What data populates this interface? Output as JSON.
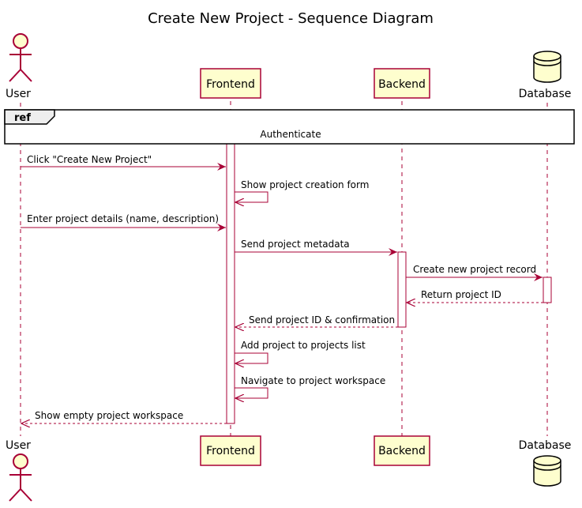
{
  "title": "Create New Project - Sequence Diagram",
  "participants": {
    "user": "User",
    "frontend": "Frontend",
    "backend": "Backend",
    "database": "Database"
  },
  "ref": {
    "tag": "ref",
    "label": "Authenticate"
  },
  "messages": [
    {
      "from": "user",
      "to": "frontend",
      "label": "Click \"Create New Project\"",
      "style": "solid"
    },
    {
      "from": "frontend",
      "to": "frontend",
      "label": "Show project creation form",
      "style": "solid"
    },
    {
      "from": "user",
      "to": "frontend",
      "label": "Enter project details (name, description)",
      "style": "solid"
    },
    {
      "from": "frontend",
      "to": "backend",
      "label": "Send project metadata",
      "style": "solid"
    },
    {
      "from": "backend",
      "to": "database",
      "label": "Create new project record",
      "style": "solid"
    },
    {
      "from": "database",
      "to": "backend",
      "label": "Return project ID",
      "style": "dashed"
    },
    {
      "from": "backend",
      "to": "frontend",
      "label": "Send project ID & confirmation",
      "style": "dashed"
    },
    {
      "from": "frontend",
      "to": "frontend",
      "label": "Add project to projects list",
      "style": "solid"
    },
    {
      "from": "frontend",
      "to": "frontend",
      "label": "Navigate to project workspace",
      "style": "solid"
    },
    {
      "from": "frontend",
      "to": "user",
      "label": "Show empty project workspace",
      "style": "dashed"
    }
  ],
  "colors": {
    "line": "#a80036",
    "participant_fill": "#fefece",
    "ref_header_fill": "#eeeeee",
    "activation_fill": "#ffffff"
  }
}
